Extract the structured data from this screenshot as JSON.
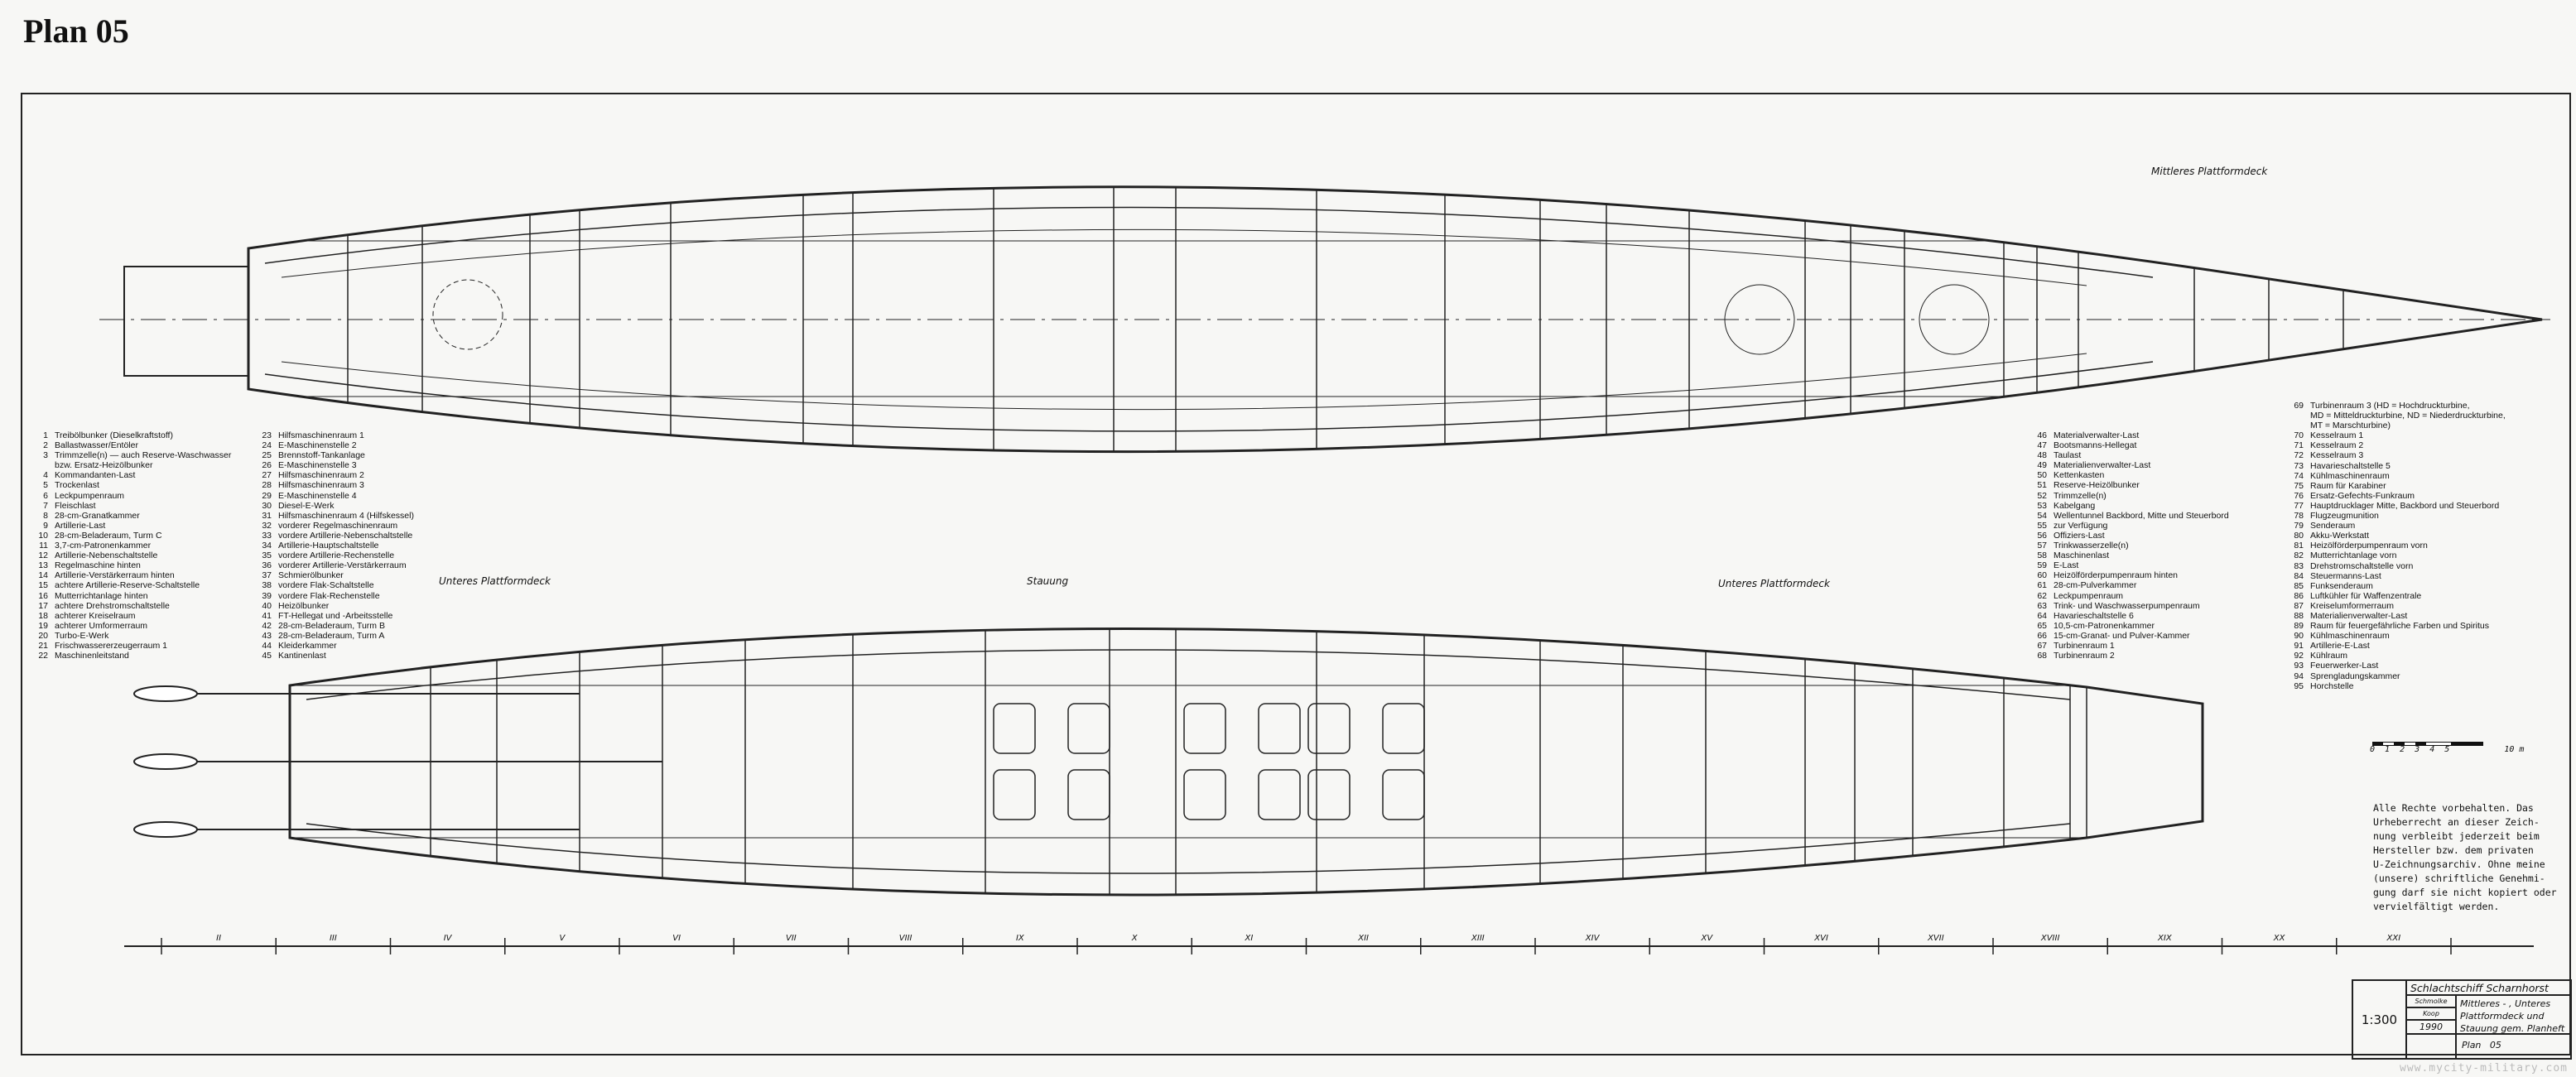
{
  "title": "Plan 05",
  "deck_labels": {
    "middle_platform": "Mittleres  Plattformdeck",
    "lower_platform_aft": "Unteres  Plattformdeck",
    "stowage": "Stauung",
    "lower_platform_fwd": "Unteres  Plattformdeck"
  },
  "legend": {
    "col1": [
      {
        "n": "1",
        "t": "Treibölbunker (Dieselkraftstoff)"
      },
      {
        "n": "2",
        "t": "Ballastwasser/Entöler"
      },
      {
        "n": "3",
        "t": "Trimmzelle(n) — auch Reserve-Waschwasser"
      },
      {
        "n": "",
        "t": "bzw. Ersatz-Heizölbunker"
      },
      {
        "n": "4",
        "t": "Kommandanten-Last"
      },
      {
        "n": "5",
        "t": "Trockenlast"
      },
      {
        "n": "6",
        "t": "Leckpumpenraum"
      },
      {
        "n": "7",
        "t": "Fleischlast"
      },
      {
        "n": "8",
        "t": "28-cm-Granatkammer"
      },
      {
        "n": "9",
        "t": "Artillerie-Last"
      },
      {
        "n": "10",
        "t": "28-cm-Beladeraum, Turm C"
      },
      {
        "n": "11",
        "t": "3,7-cm-Patronenkammer"
      },
      {
        "n": "12",
        "t": "Artillerie-Nebenschaltstelle"
      },
      {
        "n": "13",
        "t": "Regelmaschine hinten"
      },
      {
        "n": "14",
        "t": "Artillerie-Verstärkerraum hinten"
      },
      {
        "n": "15",
        "t": "achtere Artillerie-Reserve-Schaltstelle"
      },
      {
        "n": "16",
        "t": "Mutterrichtanlage hinten"
      },
      {
        "n": "17",
        "t": "achtere Drehstromschaltstelle"
      },
      {
        "n": "18",
        "t": "achterer Kreiselraum"
      },
      {
        "n": "19",
        "t": "achterer Umformerraum"
      },
      {
        "n": "20",
        "t": "Turbo-E-Werk"
      },
      {
        "n": "21",
        "t": "Frischwassererzeugerraum 1"
      },
      {
        "n": "22",
        "t": "Maschinenleitstand"
      }
    ],
    "col2": [
      {
        "n": "23",
        "t": "Hilfsmaschinenraum 1"
      },
      {
        "n": "24",
        "t": "E-Maschinenstelle 2"
      },
      {
        "n": "25",
        "t": "Brennstoff-Tankanlage"
      },
      {
        "n": "26",
        "t": "E-Maschinenstelle 3"
      },
      {
        "n": "27",
        "t": "Hilfsmaschinenraum 2"
      },
      {
        "n": "28",
        "t": "Hilfsmaschinenraum 3"
      },
      {
        "n": "29",
        "t": "E-Maschinenstelle 4"
      },
      {
        "n": "30",
        "t": "Diesel-E-Werk"
      },
      {
        "n": "31",
        "t": "Hilfsmaschinenraum 4 (Hilfskessel)"
      },
      {
        "n": "32",
        "t": "vorderer Regelmaschinenraum"
      },
      {
        "n": "33",
        "t": "vordere Artillerie-Nebenschaltstelle"
      },
      {
        "n": "34",
        "t": "Artillerie-Hauptschaltstelle"
      },
      {
        "n": "35",
        "t": "vordere Artillerie-Rechenstelle"
      },
      {
        "n": "36",
        "t": "vorderer Artillerie-Verstärkerraum"
      },
      {
        "n": "37",
        "t": "Schmierölbunker"
      },
      {
        "n": "38",
        "t": "vordere Flak-Schaltstelle"
      },
      {
        "n": "39",
        "t": "vordere Flak-Rechenstelle"
      },
      {
        "n": "40",
        "t": "Heizölbunker"
      },
      {
        "n": "41",
        "t": "FT-Hellegat und -Arbeitsstelle"
      },
      {
        "n": "42",
        "t": "28-cm-Beladeraum, Turm B"
      },
      {
        "n": "43",
        "t": "28-cm-Beladeraum, Turm A"
      },
      {
        "n": "44",
        "t": "Kleiderkammer"
      },
      {
        "n": "45",
        "t": "Kantinenlast"
      }
    ],
    "col3": [
      {
        "n": "46",
        "t": "Materialverwalter-Last"
      },
      {
        "n": "47",
        "t": "Bootsmanns-Hellegat"
      },
      {
        "n": "48",
        "t": "Taulast"
      },
      {
        "n": "49",
        "t": "Materialienverwalter-Last"
      },
      {
        "n": "50",
        "t": "Kettenkasten"
      },
      {
        "n": "51",
        "t": "Reserve-Heizölbunker"
      },
      {
        "n": "52",
        "t": "Trimmzelle(n)"
      },
      {
        "n": "53",
        "t": "Kabelgang"
      },
      {
        "n": "54",
        "t": "Wellentunnel Backbord, Mitte und Steuerbord"
      },
      {
        "n": "55",
        "t": "zur Verfügung"
      },
      {
        "n": "56",
        "t": "Offiziers-Last"
      },
      {
        "n": "57",
        "t": "Trinkwasserzelle(n)"
      },
      {
        "n": "58",
        "t": "Maschinenlast"
      },
      {
        "n": "59",
        "t": "E-Last"
      },
      {
        "n": "60",
        "t": "Heizölförderpumpenraum hinten"
      },
      {
        "n": "61",
        "t": "28-cm-Pulverkammer"
      },
      {
        "n": "62",
        "t": "Leckpumpenraum"
      },
      {
        "n": "63",
        "t": "Trink- und Waschwasserpumpenraum"
      },
      {
        "n": "64",
        "t": "Havarieschaltstelle 6"
      },
      {
        "n": "65",
        "t": "10,5-cm-Patronenkammer"
      },
      {
        "n": "66",
        "t": "15-cm-Granat- und Pulver-Kammer"
      },
      {
        "n": "67",
        "t": "Turbinenraum 1"
      },
      {
        "n": "68",
        "t": "Turbinenraum 2"
      }
    ],
    "col4": [
      {
        "n": "69",
        "t": "Turbinenraum 3 (HD = Hochdruckturbine,"
      },
      {
        "n": "",
        "t": "MD = Mitteldruckturbine, ND = Niederdruckturbine,"
      },
      {
        "n": "",
        "t": "MT = Marschturbine)"
      },
      {
        "n": "70",
        "t": "Kesselraum 1"
      },
      {
        "n": "71",
        "t": "Kesselraum 2"
      },
      {
        "n": "72",
        "t": "Kesselraum 3"
      },
      {
        "n": "73",
        "t": "Havarieschaltstelle 5"
      },
      {
        "n": "74",
        "t": "Kühlmaschinenraum"
      },
      {
        "n": "75",
        "t": "Raum für Karabiner"
      },
      {
        "n": "76",
        "t": "Ersatz-Gefechts-Funkraum"
      },
      {
        "n": "77",
        "t": "Hauptdrucklager Mitte, Backbord und Steuerbord"
      },
      {
        "n": "78",
        "t": "Flugzeugmunition"
      },
      {
        "n": "79",
        "t": "Senderaum"
      },
      {
        "n": "80",
        "t": "Akku-Werkstatt"
      },
      {
        "n": "81",
        "t": "Heizölförderpumpenraum vorn"
      },
      {
        "n": "82",
        "t": "Mutterrichtanlage vorn"
      },
      {
        "n": "83",
        "t": "Drehstromschaltstelle vorn"
      },
      {
        "n": "84",
        "t": "Steuermanns-Last"
      },
      {
        "n": "85",
        "t": "Funksenderaum"
      },
      {
        "n": "86",
        "t": "Luftkühler für Waffenzentrale"
      },
      {
        "n": "87",
        "t": "Kreiselumformerraum"
      },
      {
        "n": "88",
        "t": "Materialienverwalter-Last"
      },
      {
        "n": "89",
        "t": "Raum für feuergefährliche Farben und Spiritus"
      },
      {
        "n": "90",
        "t": "Kühlmaschinenraum"
      },
      {
        "n": "91",
        "t": "Artillerie-E-Last"
      },
      {
        "n": "92",
        "t": "Kühlraum"
      },
      {
        "n": "93",
        "t": "Feuerwerker-Last"
      },
      {
        "n": "94",
        "t": "Sprengladungskammer"
      },
      {
        "n": "95",
        "t": "Horchstelle"
      }
    ]
  },
  "frame_sections": [
    "II",
    "III",
    "IV",
    "V",
    "VI",
    "VII",
    "VIII",
    "IX",
    "X",
    "XI",
    "XII",
    "XIII",
    "XIV",
    "XV",
    "XVI",
    "XVII",
    "XVIII",
    "XIX",
    "XX",
    "XXI"
  ],
  "scale_bar": {
    "ticks": "0  1  2  3  4  5",
    "end": "10 m"
  },
  "copyright": [
    "Alle Rechte vorbehalten. Das",
    "Urheberrecht an dieser Zeich-",
    "nung verbleibt jederzeit beim",
    "Hersteller bzw. dem privaten",
    "U-Zeichnungsarchiv. Ohne meine",
    "(unsere) schriftliche Genehmi-",
    "gung darf sie nicht kopiert oder",
    "vervielfältigt werden."
  ],
  "title_block": {
    "ship": "Schlachtschiff Scharnhorst",
    "scale": "1:300",
    "author1": "Schmolke",
    "author2": "Koop",
    "year": "1990",
    "subject": [
      "Mittleres - , Unteres",
      "Plattformdeck und",
      "Stauung gem. Planheft"
    ],
    "plan": "Plan   05"
  },
  "watermark": "www.mycity-military.com"
}
